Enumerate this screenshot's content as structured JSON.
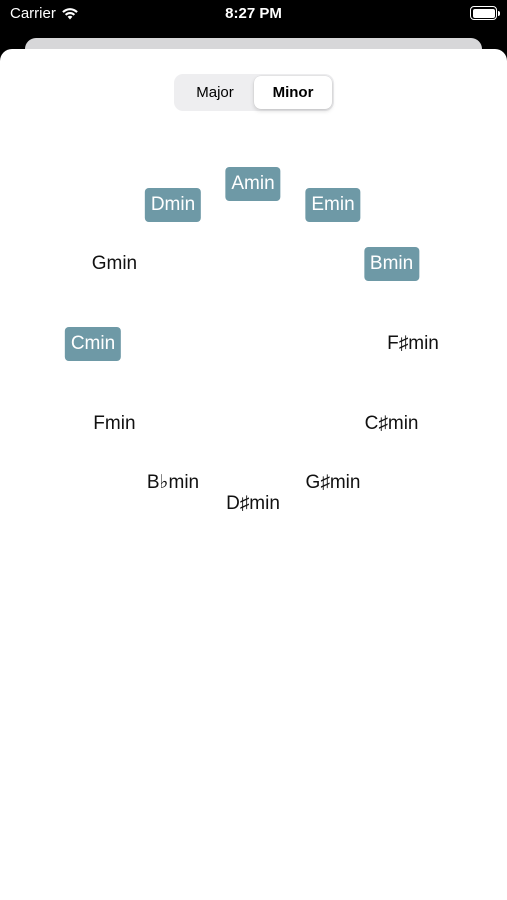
{
  "status_bar": {
    "carrier": "Carrier",
    "time": "8:27 PM",
    "icons": [
      "wifi-icon",
      "battery-icon"
    ]
  },
  "segmented_control": {
    "options": [
      "Major",
      "Minor"
    ],
    "selected": "Minor"
  },
  "colors": {
    "highlight": "#6e99a6",
    "background": "#ffffff"
  },
  "chords": [
    {
      "label": "Amin",
      "highlighted": true
    },
    {
      "label": "Emin",
      "highlighted": true
    },
    {
      "label": "Bmin",
      "highlighted": true
    },
    {
      "label": "F♯min",
      "highlighted": false
    },
    {
      "label": "C♯min",
      "highlighted": false
    },
    {
      "label": "G♯min",
      "highlighted": false
    },
    {
      "label": "D♯min",
      "highlighted": false
    },
    {
      "label": "B♭min",
      "highlighted": false
    },
    {
      "label": "Fmin",
      "highlighted": false
    },
    {
      "label": "Cmin",
      "highlighted": true
    },
    {
      "label": "Gmin",
      "highlighted": false
    },
    {
      "label": "Dmin",
      "highlighted": true
    }
  ]
}
